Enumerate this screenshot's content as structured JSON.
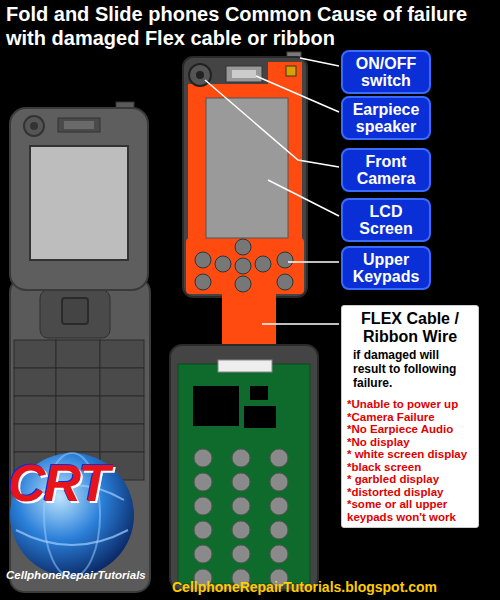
{
  "diagram": {
    "title": "Fold and Slide phones Common Cause of failure with damaged Flex cable or ribbon",
    "nodes": [
      {
        "text": [
          "ON/OFF switch"
        ]
      },
      {
        "text": [
          "Earpiece speaker"
        ]
      },
      {
        "text": [
          "Front Camera"
        ]
      },
      {
        "text": [
          "LCD Screen"
        ]
      },
      {
        "text": [
          "Upper Keypads"
        ]
      },
      {
        "text": [
          "FLEX Cable / Ribbon Wire",
          "if damaged will result to following failure.",
          "*Unable to power up",
          "*Camera Failure",
          "*No Earpiece Audio",
          "*No display",
          "* white screen display",
          "*black screen",
          "* garbled display",
          "*distorted display",
          "*some or all upper keypads won't work"
        ]
      }
    ],
    "labels": [
      "CRT",
      "CellphoneRepairTutorials",
      "CellphoneRepairTutorials.blogspot.com"
    ]
  }
}
